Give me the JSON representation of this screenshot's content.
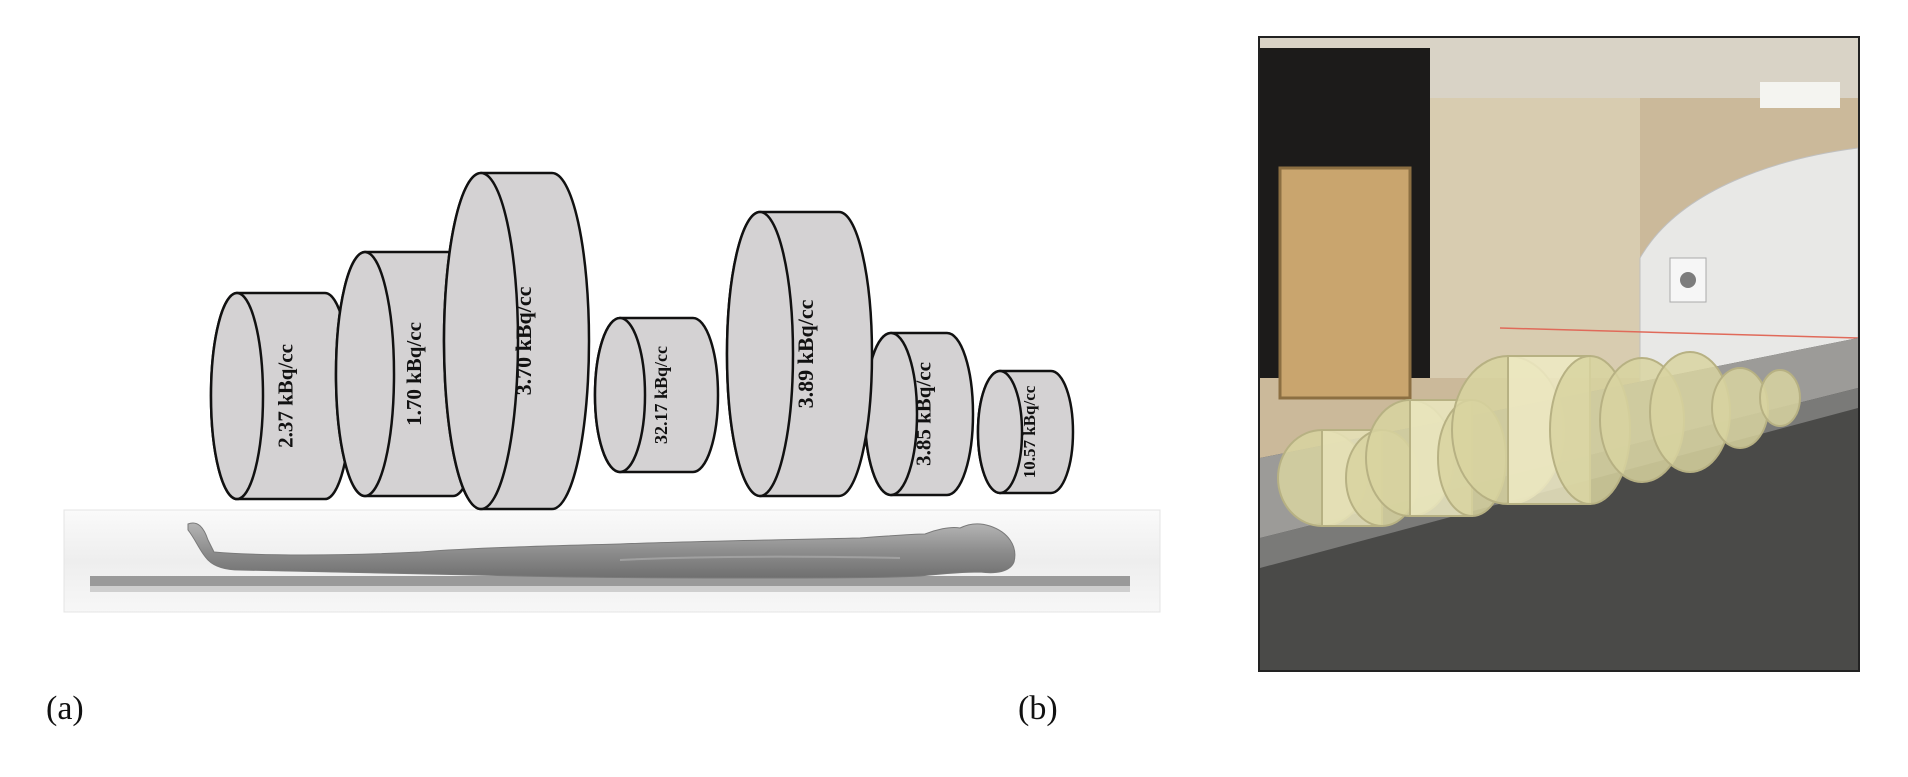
{
  "panels": {
    "a": {
      "label": "(a)"
    },
    "b": {
      "label": "(b)"
    }
  },
  "phantoms": [
    {
      "id": "c1",
      "activity": "2.37 kBq/cc"
    },
    {
      "id": "c2",
      "activity": "1.70 kBq/cc"
    },
    {
      "id": "c3",
      "activity": "3.70 kBq/cc"
    },
    {
      "id": "c4",
      "activity": "32.17 kBq/cc"
    },
    {
      "id": "c5",
      "activity": "3.89 kBq/cc"
    },
    {
      "id": "c6",
      "activity": "3.85 kBq/cc"
    },
    {
      "id": "c7",
      "activity": "10.57 kBq/cc"
    }
  ],
  "colors": {
    "cylinder_fill": "#d4d2d3",
    "cylinder_stroke": "#111111",
    "scan_bed": "#f2f2f2",
    "silhouette": "#8a8a8a"
  },
  "icons": {
    "body_silhouette": "reclining-human-silhouette-icon",
    "photo": "phantom-on-scanner-bed-photo"
  }
}
